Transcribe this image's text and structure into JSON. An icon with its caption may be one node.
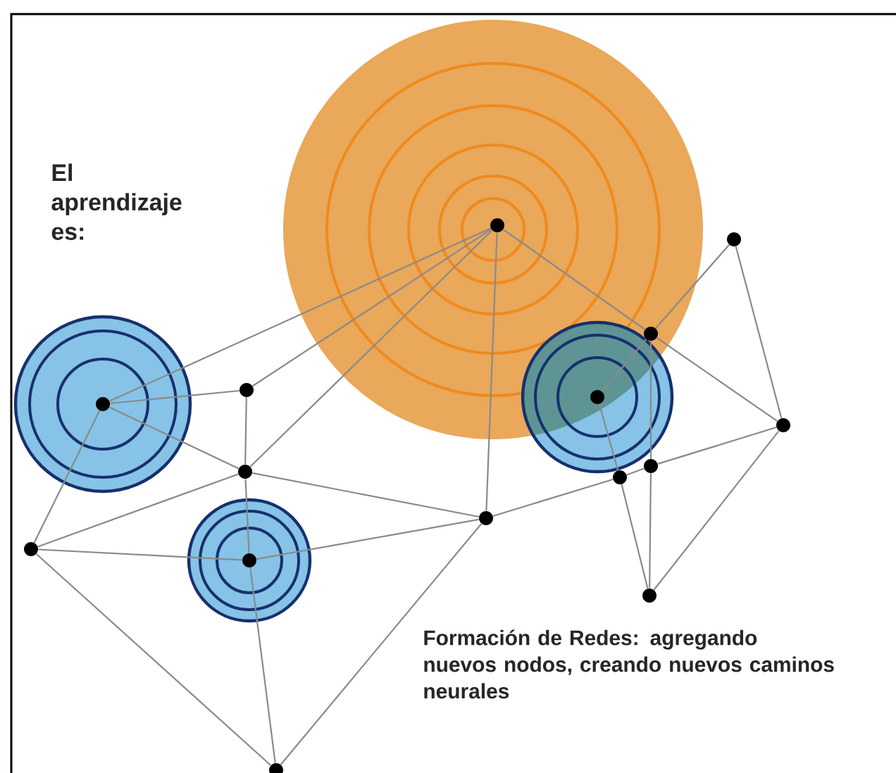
{
  "diagram": {
    "nodes": [
      {
        "text": [],
        "shape": "circle"
      },
      {
        "text": [],
        "shape": "circle"
      },
      {
        "text": [],
        "shape": "circle"
      },
      {
        "text": [],
        "shape": "circle"
      },
      {
        "text": [],
        "shape": "circle"
      },
      {
        "text": [],
        "shape": "circle"
      },
      {
        "text": [],
        "shape": "circle"
      },
      {
        "text": [],
        "shape": "circle"
      },
      {
        "text": [],
        "shape": "circle"
      },
      {
        "text": [],
        "shape": "circle"
      },
      {
        "text": [],
        "shape": "circle"
      },
      {
        "text": [],
        "shape": "circle"
      },
      {
        "text": [],
        "shape": "circle"
      },
      {
        "text": [],
        "shape": "circle"
      },
      {
        "text": [],
        "shape": "circle"
      }
    ],
    "edges": [
      {
        "from": 0,
        "to": 5,
        "arrow": "none"
      },
      {
        "from": 0,
        "to": 3,
        "arrow": "none"
      },
      {
        "from": 0,
        "to": 8,
        "arrow": "none"
      },
      {
        "from": 0,
        "to": 10,
        "arrow": "none"
      },
      {
        "from": 0,
        "to": 2,
        "arrow": "none"
      },
      {
        "from": 2,
        "to": 1,
        "arrow": "none"
      },
      {
        "from": 2,
        "to": 6,
        "arrow": "none"
      },
      {
        "from": 4,
        "to": 2,
        "arrow": "none"
      },
      {
        "from": 1,
        "to": 6,
        "arrow": "none"
      },
      {
        "from": 2,
        "to": 7,
        "arrow": "none"
      },
      {
        "from": 4,
        "to": 9,
        "arrow": "none"
      },
      {
        "from": 6,
        "to": 7,
        "arrow": "none"
      },
      {
        "from": 7,
        "to": 9,
        "arrow": "none"
      },
      {
        "from": 9,
        "to": 10,
        "arrow": "none"
      },
      {
        "from": 9,
        "to": 13,
        "arrow": "none"
      },
      {
        "from": 7,
        "to": 13,
        "arrow": "none"
      },
      {
        "from": 6,
        "to": 13,
        "arrow": "none"
      },
      {
        "from": 5,
        "to": 3,
        "arrow": "none"
      },
      {
        "from": 5,
        "to": 8,
        "arrow": "none"
      },
      {
        "from": 5,
        "to": 11,
        "arrow": "none"
      },
      {
        "from": 3,
        "to": 8,
        "arrow": "none"
      },
      {
        "from": 8,
        "to": 11,
        "arrow": "none"
      },
      {
        "from": 8,
        "to": 10,
        "arrow": "none"
      },
      {
        "from": 8,
        "to": 12,
        "arrow": "none"
      },
      {
        "from": 11,
        "to": 12,
        "arrow": "none"
      },
      {
        "from": 12,
        "to": 10,
        "arrow": "none"
      },
      {
        "from": 11,
        "to": 14,
        "arrow": "none"
      },
      {
        "from": 12,
        "to": 14,
        "arrow": "none"
      },
      {
        "from": 10,
        "to": 14,
        "arrow": "none"
      }
    ],
    "labels": [
      "El aprendizaje es:",
      "Formación de Redes: agregando nuevos nodos, creando nuevos caminos neurales"
    ]
  }
}
